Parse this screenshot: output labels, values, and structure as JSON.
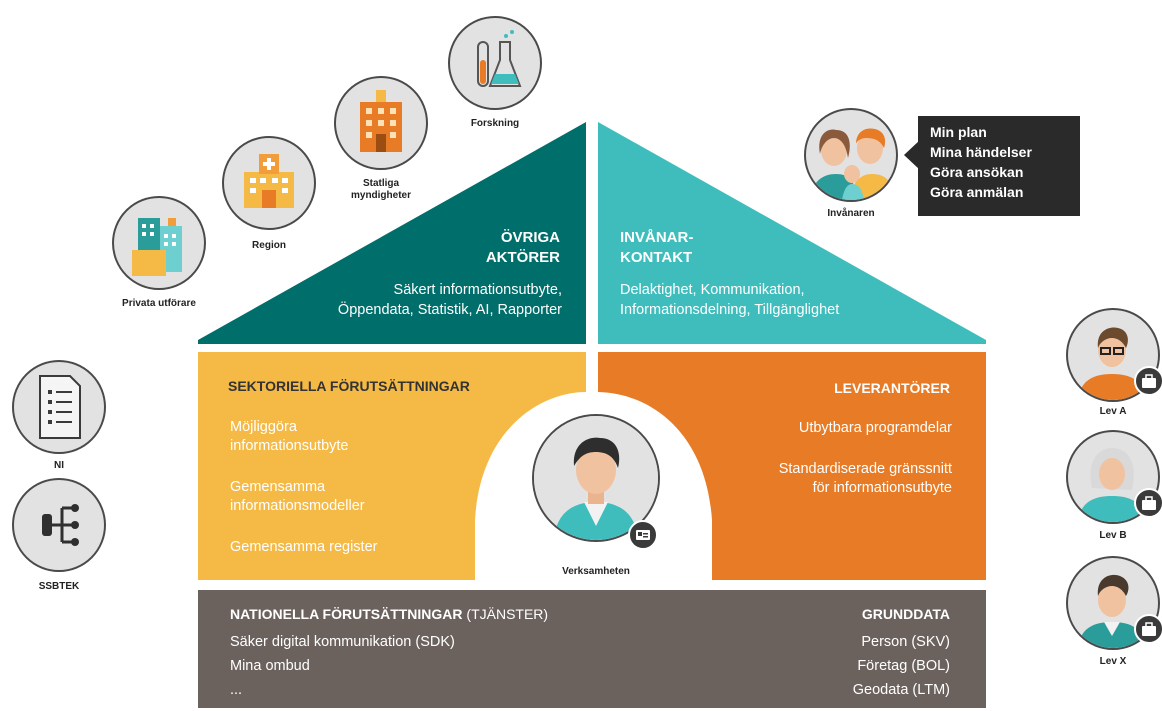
{
  "roof_left": {
    "title_line1": "ÖVRIGA",
    "title_line2": "AKTÖRER",
    "text_line1": "Säkert informationsutbyte,",
    "text_line2": "Öppendata, Statistik, AI, Rapporter",
    "color": "#006e6a"
  },
  "roof_right": {
    "title_line1": "INVÅNAR-",
    "title_line2": "KONTAKT",
    "text_line1": "Delaktighet, Kommunikation,",
    "text_line2": "Informationsdelning, Tillgänglighet",
    "color": "#3fbdbd"
  },
  "sektoriella": {
    "title": "SEKTORIELLA FÖRUTSÄTTNINGAR",
    "items": [
      {
        "line1": "Möjliggöra",
        "line2": "informationsutbyte"
      },
      {
        "line1": "Gemensamma",
        "line2": "informationsmodeller"
      },
      {
        "line1": "Gemensamma register",
        "line2": ""
      }
    ],
    "color": "#f5b945"
  },
  "leverantorer": {
    "title": "LEVERANTÖRER",
    "items": [
      {
        "line1": "Utbytbara programdelar",
        "line2": ""
      },
      {
        "line1": "Standardiserade gränssnitt",
        "line2": "för informationsutbyte"
      }
    ],
    "color": "#e87b25"
  },
  "verksamheten": {
    "label": "Verksamheten"
  },
  "nationella": {
    "title": "NATIONELLA FÖRUTSÄTTNINGAR",
    "title_suffix": "(TJÄNSTER)",
    "items": [
      "Säker digital kommunikation (SDK)",
      "Mina ombud",
      "..."
    ],
    "color": "#6b625e"
  },
  "grunddata": {
    "title": "GRUNDDATA",
    "items": [
      "Person (SKV)",
      "Företag (BOL)",
      "Geodata (LTM)"
    ]
  },
  "actors": {
    "privata": "Privata utförare",
    "region": "Region",
    "statliga_line1": "Statliga",
    "statliga_line2": "myndigheter",
    "forskning": "Forskning",
    "invanaren": "Invånaren"
  },
  "invanare_menu": [
    "Min plan",
    "Mina händelser",
    "Göra ansökan",
    "Göra anmälan"
  ],
  "left_icons": {
    "ni": "NI",
    "ssbtek": "SSBTEK"
  },
  "suppliers": [
    "Lev A",
    "Lev B",
    "Lev X"
  ]
}
